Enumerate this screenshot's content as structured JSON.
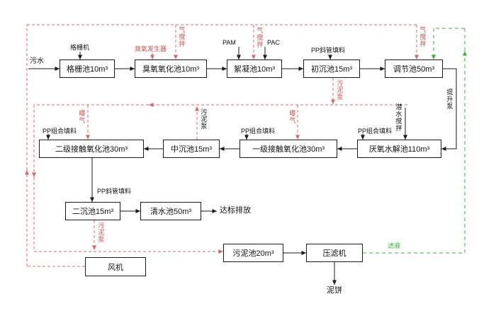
{
  "diagram": {
    "colors": {
      "flow_line": "#1a1a1a",
      "air_sludge_line": "#e06666",
      "filtrate_line": "#2db82d"
    },
    "nodes": {
      "grid_pool": "格栅池10m³",
      "ozone_pool": "臭氧氧化池10m³",
      "floc_pool": "絮凝池10m³",
      "primary_sed_pool": "初沉池15m³",
      "regulating_pool": "调节池50m³",
      "anaerobic_pool": "厌氧水解池110m³",
      "oxidation_pool_1": "一级接触氧化池30m³",
      "mid_sed_pool": "中沉池15m³",
      "oxidation_pool_2": "二级接触氧化池30m³",
      "secondary_sed_pool": "二沉池15m³",
      "clear_pool": "清水池50m³",
      "sludge_pool": "污泥池20m³",
      "filter_press": "压滤机",
      "fan": "风机"
    },
    "labels": {
      "influent": "污水",
      "grid_machine": "格栅机",
      "ozone_generator": "臭氧发生器",
      "air_stir": "气搅拌",
      "pam": "PAM",
      "pac": "PAC",
      "pp_inclined_filler": "PP斜管填料",
      "pp_combined_filler": "PP组合填料",
      "sludge_pump": "污泥泵",
      "lift_pump": "提升泵",
      "submersible_mixer": "潜水搅拌",
      "aeration": "曝气",
      "standard_discharge": "达标排放",
      "filtrate": "滤液",
      "sludge_cake": "泥饼"
    }
  }
}
